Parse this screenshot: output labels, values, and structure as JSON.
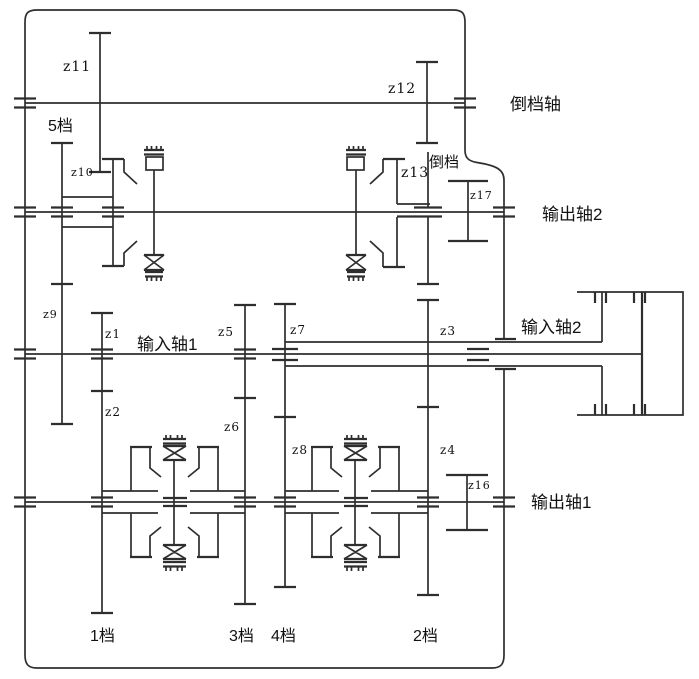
{
  "colors": {
    "background": "#ffffff",
    "line": "#2e2e2e",
    "text": "#111111"
  },
  "shaft_labels": {
    "reverse_shaft": "倒档轴",
    "output_shaft_2": "输出轴2",
    "input_shaft_1": "输入轴1",
    "input_shaft_2": "输入轴2",
    "output_shaft_1": "输出轴1"
  },
  "gear_position_labels": {
    "gear_5": "5档",
    "reverse": "倒档",
    "gear_1": "1档",
    "gear_3": "3档",
    "gear_4": "4档",
    "gear_2": "2档"
  },
  "gear_labels": {
    "z1": "z1",
    "z2": "z2",
    "z3": "z3",
    "z4": "z4",
    "z5": "z5",
    "z6": "z6",
    "z7": "z7",
    "z8": "z8",
    "z9": "z9",
    "z10": "z10",
    "z11": "z11",
    "z12": "z12",
    "z13": "z13",
    "z16": "z16",
    "z17": "z17"
  }
}
